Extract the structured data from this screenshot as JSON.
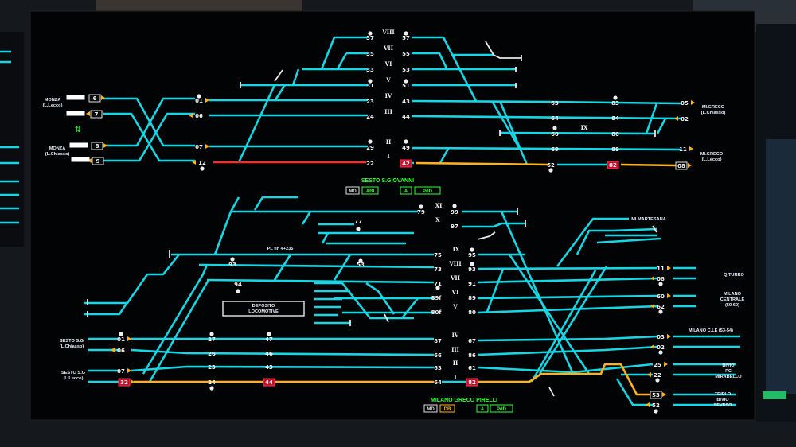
{
  "colors": {
    "track": "#17d6e4",
    "occupied": "#ff2a2a",
    "route_set": "#ffb21e",
    "station_label": "#33ff33",
    "signal_aspect": "#ffb21e"
  },
  "upper": {
    "station_name": "SESTO S.GIOVANNI",
    "buttons": [
      "MD",
      "ABI",
      "A",
      "PdD"
    ],
    "stations": [
      "MONZA",
      "(L.Lecco)",
      "MONZA",
      "(L.Chiasso)",
      "MI.GRECO",
      "(L.Chiasso)",
      "MI.GRECO",
      "(L.Lecco)"
    ],
    "tracks": [
      "VIII",
      "VII",
      "VI",
      "V",
      "IV",
      "III",
      "II",
      "I",
      "IX"
    ],
    "signals": [
      "37",
      "57",
      "35",
      "55",
      "33",
      "53",
      "31",
      "51",
      "23",
      "43",
      "24",
      "44",
      "29",
      "49",
      "22",
      "42",
      "01",
      "06",
      "07",
      "12",
      "63",
      "83",
      "05",
      "64",
      "84",
      "02",
      "60",
      "80",
      "69",
      "89",
      "11",
      "62",
      "82",
      "08",
      "6",
      "7",
      "8",
      "9"
    ]
  },
  "lower": {
    "station_name": "MILANO GRECO PIRELLI",
    "buttons": [
      "MD",
      "DB",
      "A",
      "PdD"
    ],
    "depot": [
      "DEPOSITO",
      "LOCOMOTIVE"
    ],
    "pl_label": "PL fin 4+235",
    "stations": [
      "SESTO S.G",
      "(L.Chiasso)",
      "SESTO S.G",
      "(L.Lecco)",
      "MI MARTESANA",
      "Q.TURRO",
      "MILANO",
      "CENTRALE",
      "(59-60)",
      "MILANO C.LE (53-54)",
      "BIVIO",
      "PC",
      "MIRABELLO",
      "TRIPLO",
      "BIVIO",
      "SEVESO"
    ],
    "tracks": [
      "XI",
      "X",
      "IX",
      "VIII",
      "VII",
      "VI",
      "V",
      "IV",
      "III",
      "II",
      "I"
    ],
    "signals": [
      "79",
      "99",
      "77",
      "97",
      "93",
      "53",
      "94",
      "75",
      "95",
      "73",
      "93",
      "71",
      "91",
      "89f",
      "89",
      "80f",
      "80",
      "87",
      "67",
      "66",
      "86",
      "63",
      "61",
      "64",
      "82",
      "01",
      "06",
      "07",
      "32",
      "27",
      "47",
      "26",
      "46",
      "23",
      "43",
      "24",
      "44",
      "11",
      "08",
      "60",
      "62",
      "03",
      "02",
      "25",
      "22",
      "53",
      "52"
    ]
  }
}
